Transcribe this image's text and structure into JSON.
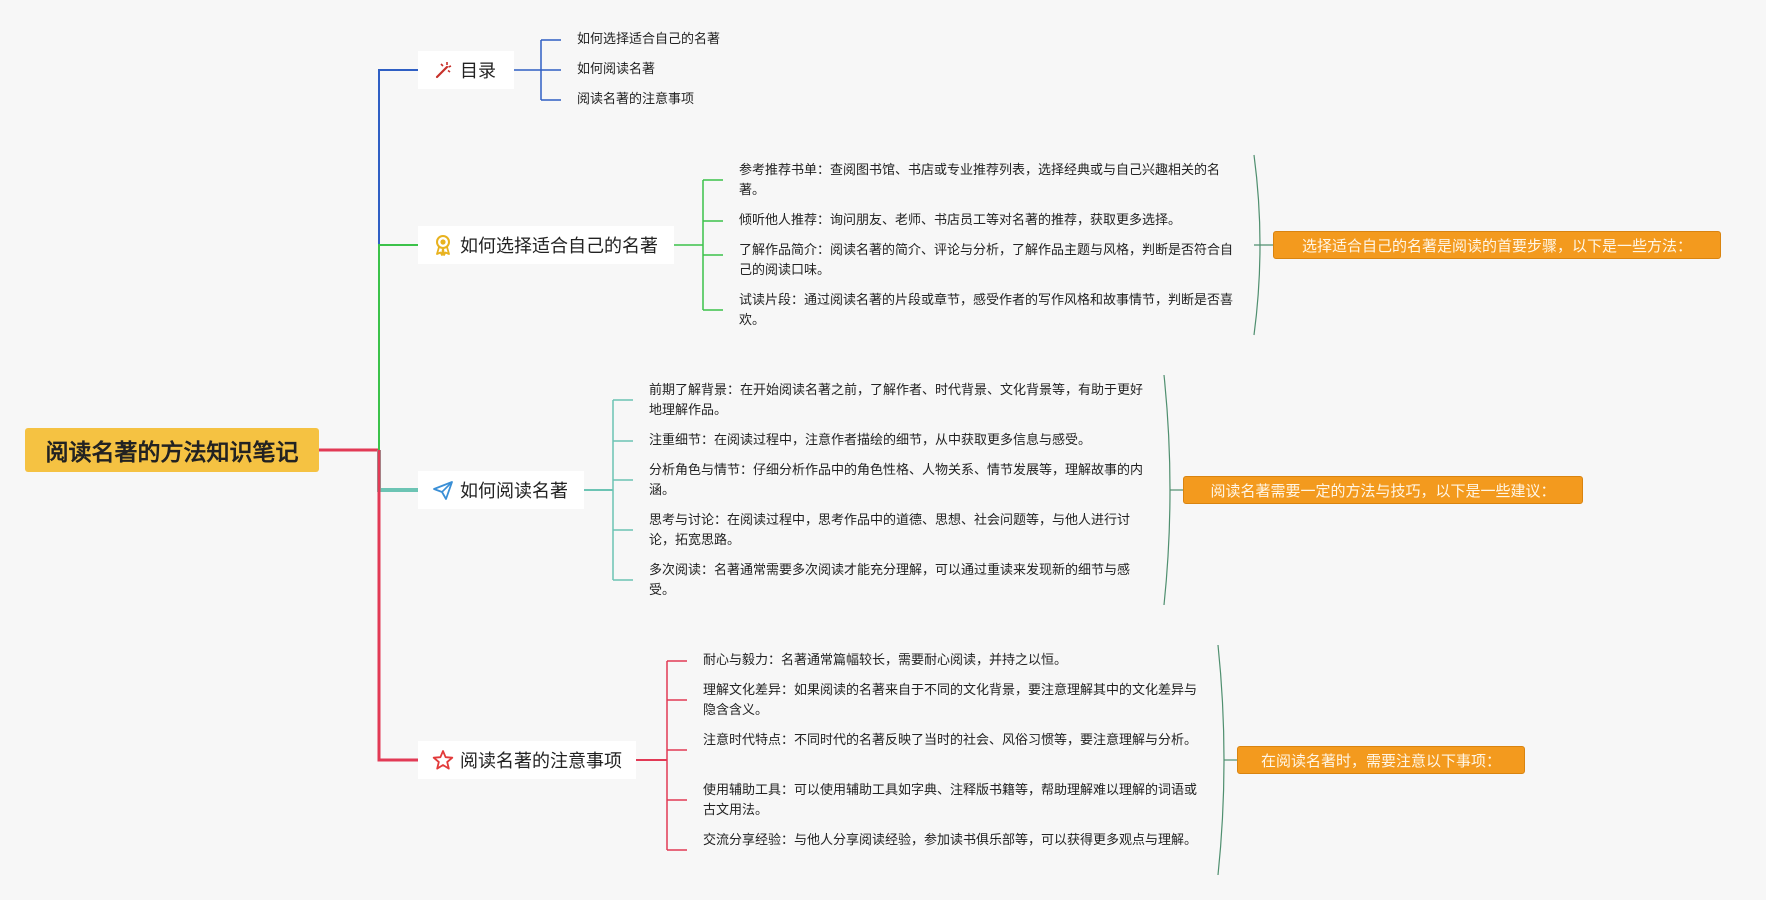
{
  "root": {
    "label": "阅读名著的方法知识笔记"
  },
  "branches": [
    {
      "label": "目录",
      "icon": "magic-wand-icon",
      "color": "#2f5fc4",
      "leaves": [
        "如何选择适合自己的名著",
        "如何阅读名著",
        "阅读名著的注意事项"
      ]
    },
    {
      "label": "如何选择适合自己的名著",
      "icon": "award-ribbon-icon",
      "color": "#3cc24a",
      "summary": "选择适合自己的名著是阅读的首要步骤，以下是一些方法：",
      "leaves": [
        "参考推荐书单：查阅图书馆、书店或专业推荐列表，选择经典或与自己兴趣相关的名著。",
        "倾听他人推荐：询问朋友、老师、书店员工等对名著的推荐，获取更多选择。",
        "了解作品简介：阅读名著的简介、评论与分析，了解作品主题与风格，判断是否符合自己的阅读口味。",
        "试读片段：通过阅读名著的片段或章节，感受作者的写作风格和故事情节，判断是否喜欢。"
      ]
    },
    {
      "label": "如何阅读名著",
      "icon": "paper-plane-icon",
      "color": "#6cc4b4",
      "summary": "阅读名著需要一定的方法与技巧，以下是一些建议：",
      "leaves": [
        "前期了解背景：在开始阅读名著之前，了解作者、时代背景、文化背景等，有助于更好地理解作品。",
        "注重细节：在阅读过程中，注意作者描绘的细节，从中获取更多信息与感受。",
        "分析角色与情节：仔细分析作品中的角色性格、人物关系、情节发展等，理解故事的内涵。",
        "思考与讨论：在阅读过程中，思考作品中的道德、思想、社会问题等，与他人进行讨论，拓宽思路。",
        "多次阅读：名著通常需要多次阅读才能充分理解，可以通过重读来发现新的细节与感受。"
      ]
    },
    {
      "label": "阅读名著的注意事项",
      "icon": "star-icon",
      "color": "#e23a55",
      "summary": "在阅读名著时，需要注意以下事项：",
      "leaves": [
        "耐心与毅力：名著通常篇幅较长，需要耐心阅读，并持之以恒。",
        "理解文化差异：如果阅读的名著来自于不同的文化背景，要注意理解其中的文化差异与隐含含义。",
        "注意时代特点：不同时代的名著反映了当时的社会、风俗习惯等，要注意理解与分析。",
        "使用辅助工具：可以使用辅助工具如字典、注释版书籍等，帮助理解难以理解的词语或古文用法。",
        "交流分享经验：与他人分享阅读经验，参加读书俱乐部等，可以获得更多观点与理解。"
      ]
    }
  ],
  "colors": {
    "root": "#f5c242",
    "summary": "#f39a1e",
    "bracket": "#4f8f6f"
  }
}
